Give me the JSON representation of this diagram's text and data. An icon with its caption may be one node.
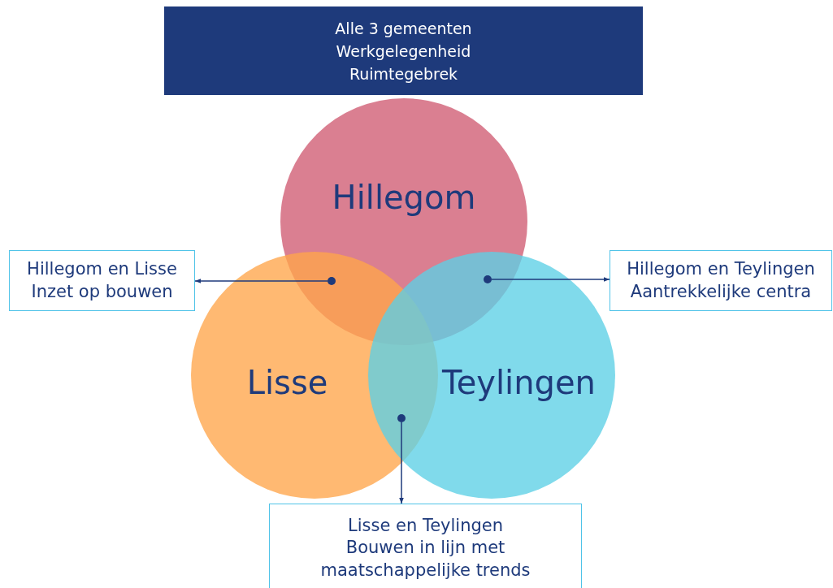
{
  "diagram": {
    "nodes": [
      {
        "text": [
          "Alle 3 gemeenten",
          "Werkgelegenheid",
          "Ruimtegebrek"
        ]
      },
      {
        "text": [
          "Hillegom"
        ]
      },
      {
        "text": [
          "Lisse"
        ]
      },
      {
        "text": [
          "Teylingen"
        ]
      },
      {
        "text": [
          "Hillegom en Lisse",
          "Inzet op bouwen"
        ]
      },
      {
        "text": [
          "Hillegom en Teylingen",
          "Aantrekkelijke centra"
        ]
      },
      {
        "text": [
          "Lisse en Teylingen",
          "Bouwen in lijn met maatschappelijke trends"
        ]
      },
      {
        "text": [],
        "shape": "circle"
      },
      {
        "text": [],
        "shape": "circle"
      },
      {
        "text": [],
        "shape": "circle"
      }
    ],
    "edges": [
      {
        "from": 7,
        "to": 4,
        "arrow": "to"
      },
      {
        "from": 8,
        "to": 5,
        "arrow": "to"
      },
      {
        "from": 9,
        "to": 6,
        "arrow": "to"
      }
    ]
  }
}
